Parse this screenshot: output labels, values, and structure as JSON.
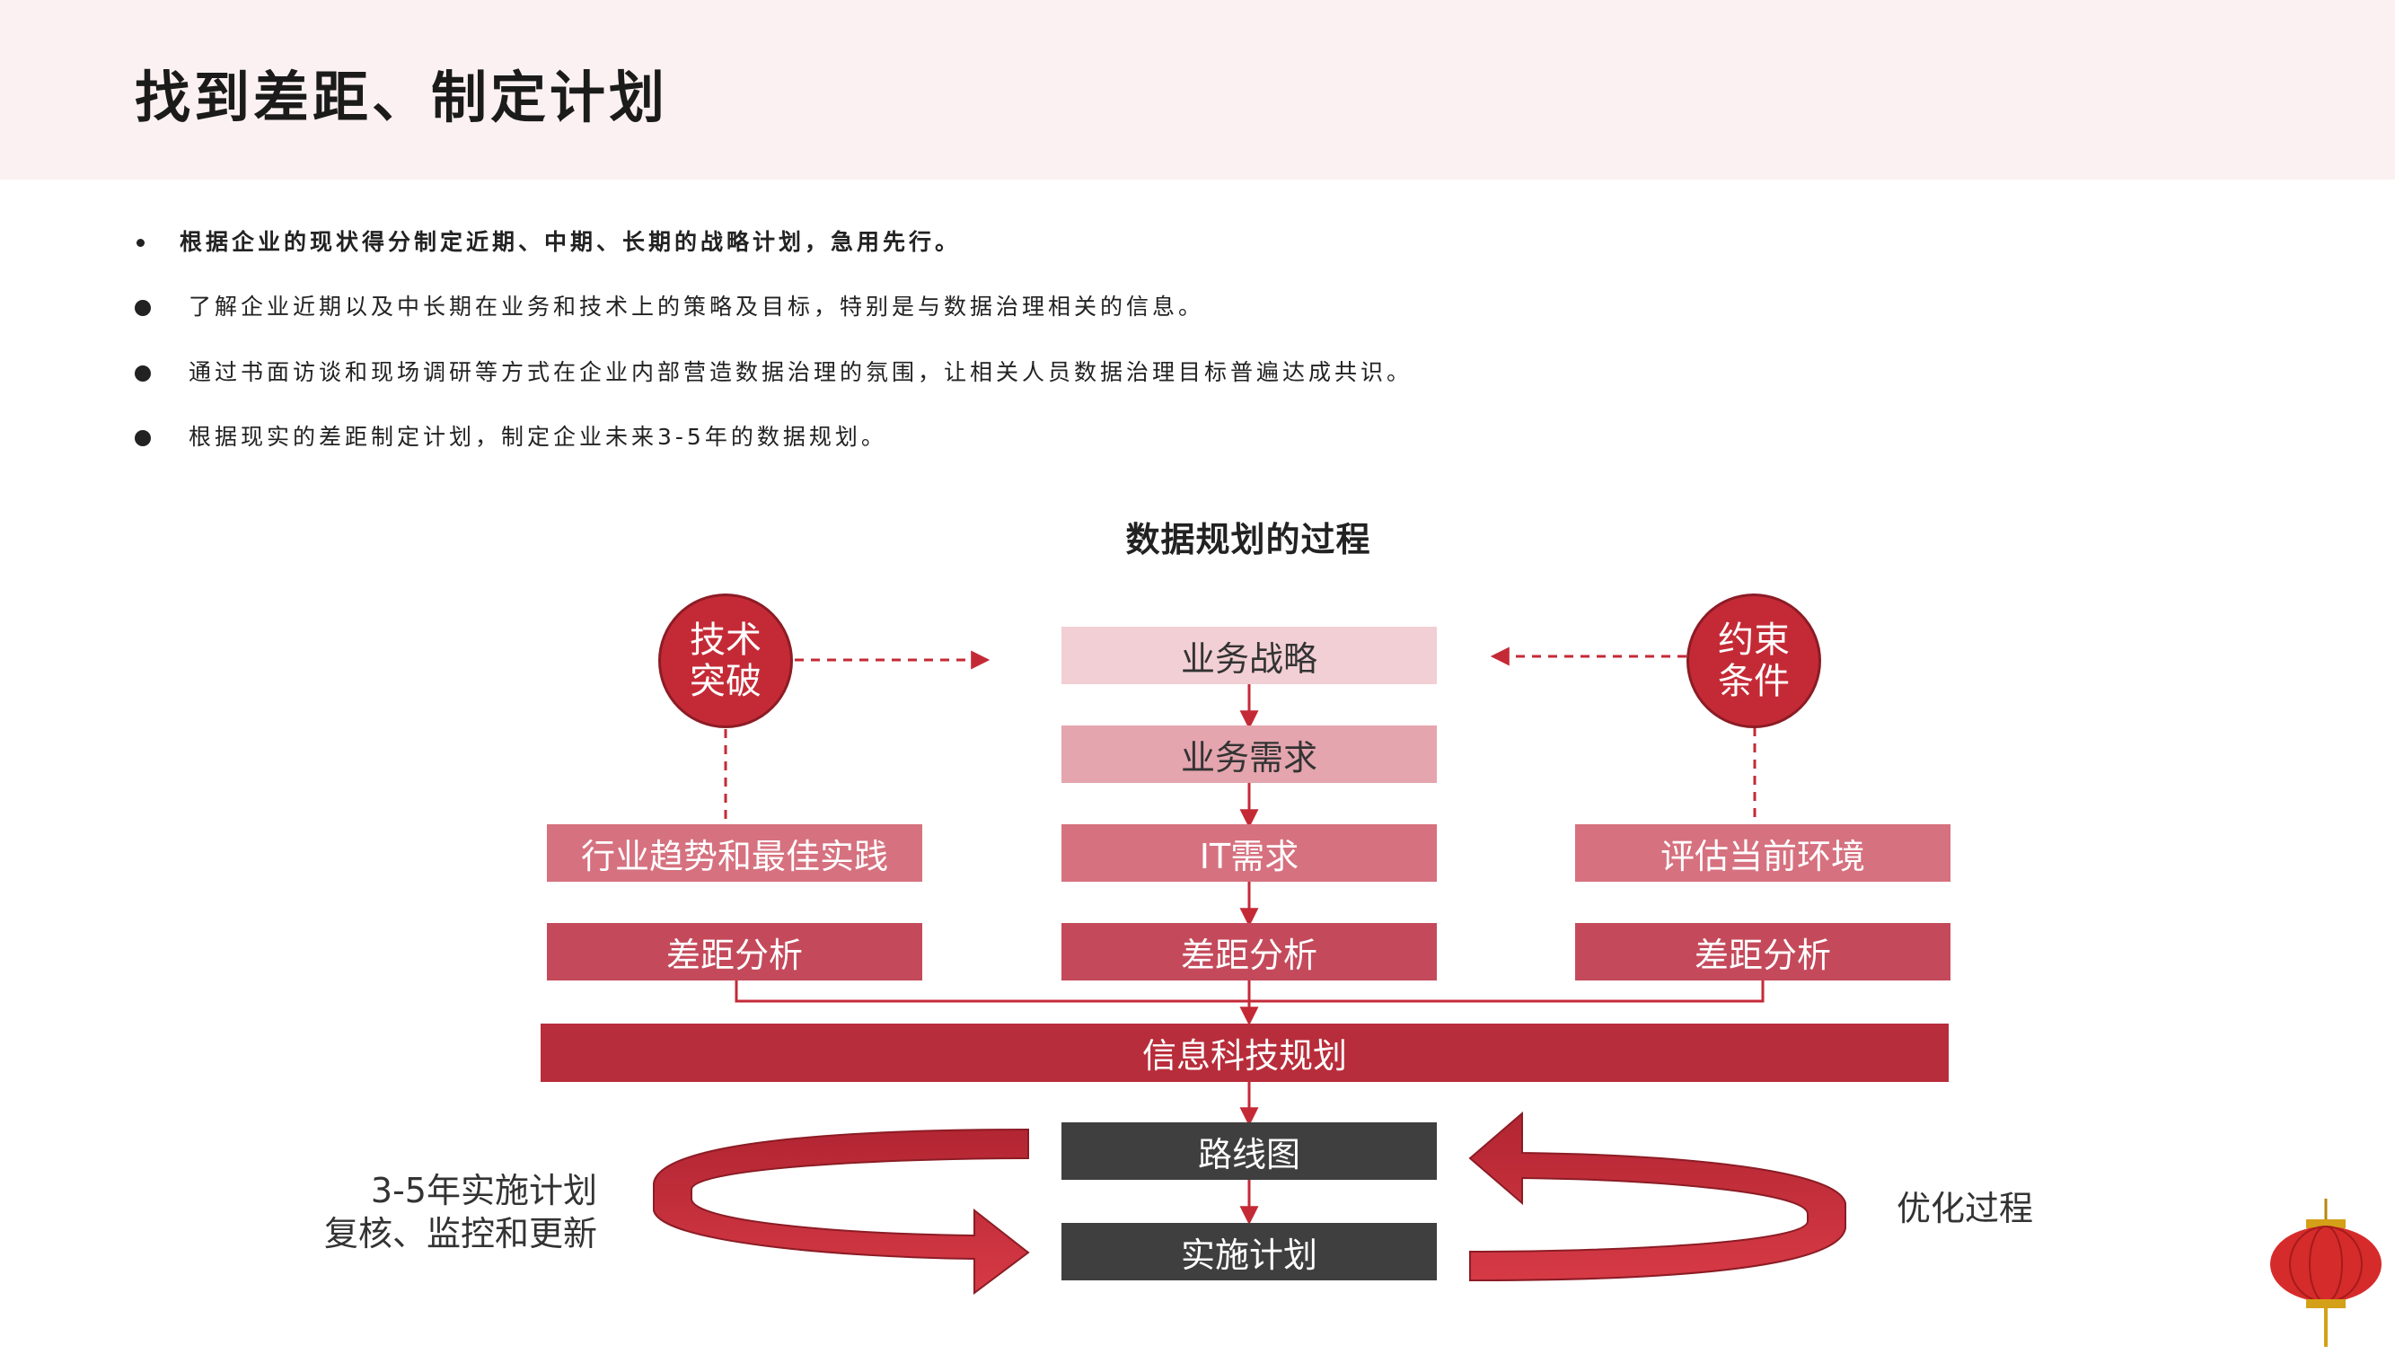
{
  "page": {
    "title": "找到差距、制定计划"
  },
  "bullets": [
    "根据企业的现状得分制定近期、中期、长期的战略计划，急用先行。",
    "了解企业近期以及中长期在业务和技术上的策略及目标，特别是与数据治理相关的信息。",
    "通过书面访谈和现场调研等方式在企业内部营造数据治理的氛围，让相关人员数据治理目标普遍达成共识。",
    "根据现实的差距制定计划，制定企业未来3-5年的数据规划。"
  ],
  "diagram": {
    "title": "数据规划的过程",
    "circle_left": {
      "line1": "技术",
      "line2": "突破"
    },
    "circle_right": {
      "line1": "约束",
      "line2": "条件"
    },
    "center": {
      "business_strategy": "业务战略",
      "business_demand": "业务需求",
      "it_demand": "IT需求",
      "gap_analysis": "差距分析"
    },
    "left": {
      "trends": "行业趋势和最佳实践",
      "gap_analysis": "差距分析"
    },
    "right": {
      "assess_env": "评估当前环境",
      "gap_analysis": "差距分析"
    },
    "it_planning": "信息科技规划",
    "roadmap": "路线图",
    "implementation_plan": "实施计划",
    "left_label": {
      "line1": "3-5年实施计划",
      "line2": "复核、监控和更新"
    },
    "right_label": "优化过程"
  },
  "colors": {
    "header_bg": "#fcf1f2",
    "strategy_box": "#f2cfd4",
    "demand_box": "#e4a5ae",
    "mid_box": "#d6717f",
    "gap_box": "#c44a5b",
    "planning_box": "#b82d3b",
    "dark_box": "#3f3f3f",
    "accent_red": "#c42a36"
  },
  "icons": {
    "lantern": "lantern-icon"
  }
}
